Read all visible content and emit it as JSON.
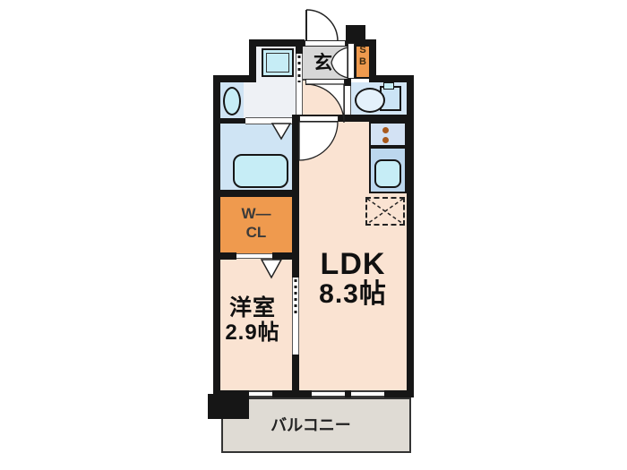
{
  "plan": {
    "type": "apartment-floor-plan",
    "rooms": {
      "entrance": {
        "label": "玄"
      },
      "shoe_box": {
        "line1": "S",
        "line2": "B"
      },
      "walk_in_closet": {
        "line1": "W—",
        "line2": "CL"
      },
      "ldk": {
        "name": "LDK",
        "size": "8.3帖"
      },
      "western_room": {
        "name": "洋室",
        "size": "2.9帖"
      },
      "balcony": {
        "label": "バルコニー"
      }
    },
    "fixtures": [
      "washing-machine-pan",
      "wash-basin",
      "bathtub",
      "toilet",
      "kitchen-stove-2-burners",
      "kitchen-sink",
      "refrigerator-space"
    ],
    "colors": {
      "wall": "#161616",
      "floor_beige": "#fae3d2",
      "floor_gray": "#d7d7d7",
      "floor_blue": "#cfe4f4",
      "floor_washroom": "#eef1f5",
      "fixture_cyan": "#c6edf6",
      "accent_orange": "#ef9a4e",
      "counter_blue": "#bcd7ee",
      "stove_blue": "#d3e2f4",
      "toilet_blue": "#d3e6f6",
      "balcony_gray": "#dfdbd4",
      "burner_brown": "#a85a1e"
    }
  }
}
